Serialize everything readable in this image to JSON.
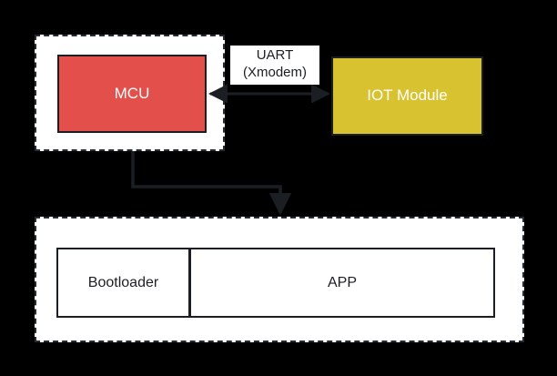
{
  "diagram": {
    "title": "MCU firmware update over UART with Bootloader/APP flash layout",
    "background_color": "#000000",
    "stroke_color": "#242b33",
    "mcu_container": {
      "name": "MCU host dashed container",
      "style": "dashed",
      "fill": "#ffffff"
    },
    "flash_container": {
      "name": "Flash memory dashed container",
      "style": "dashed",
      "fill": "#ffffff"
    },
    "blocks": {
      "mcu": {
        "label": "MCU",
        "fill": "#e3504c",
        "text_color": "#ffffff"
      },
      "iot": {
        "label": "IOT Module",
        "fill": "#d9c230",
        "text_color": "#ffffff"
      },
      "bootloader": {
        "label": "Bootloader",
        "fill": "#ffffff",
        "text_color": "#1b1f24"
      },
      "app": {
        "label": "APP",
        "fill": "#ffffff",
        "text_color": "#1b1f24"
      }
    },
    "connectors": {
      "uart": {
        "label_line1": "UART",
        "label_line2": "(Xmodem)",
        "arrow_type": "double-headed",
        "from": "MCU",
        "to": "IOT Module"
      },
      "download": {
        "arrow_type": "single-headed elbow",
        "from": "MCU host container",
        "to": "Flash memory container"
      }
    }
  }
}
